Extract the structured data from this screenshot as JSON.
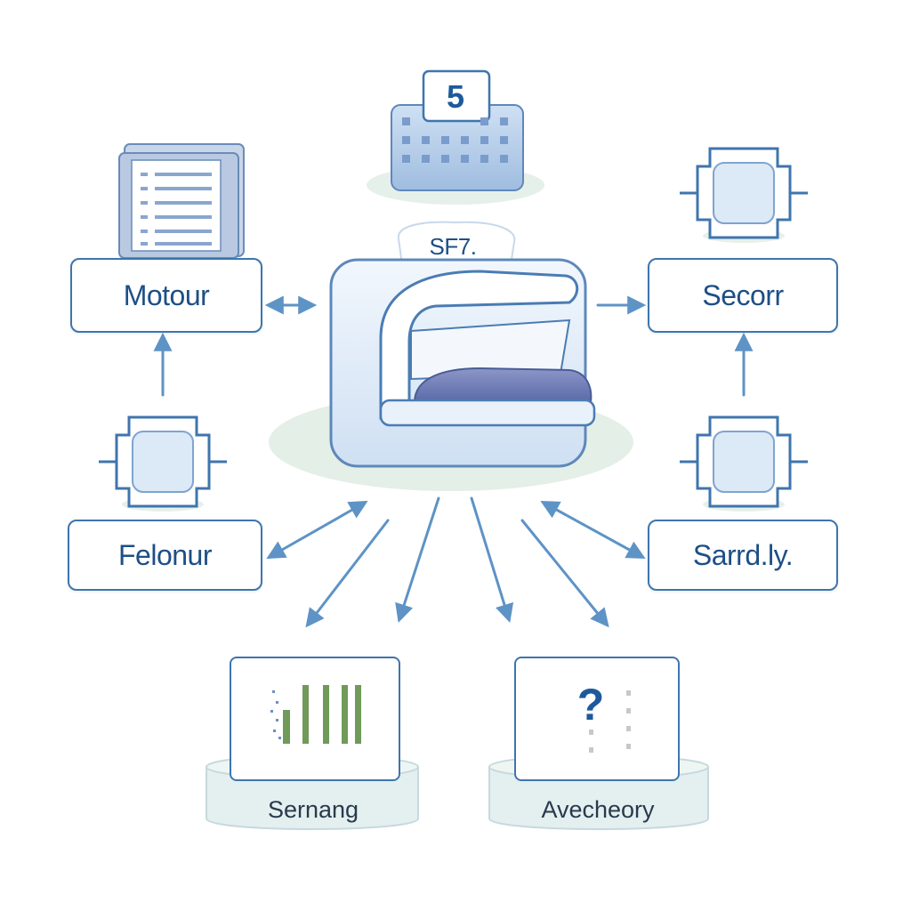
{
  "calendar": {
    "number": "5"
  },
  "center": {
    "tag": "SF7."
  },
  "nodes": {
    "top_left": "Motour",
    "top_right": "Secorr",
    "mid_left": "Felonur",
    "mid_right": "Sarrd.ly."
  },
  "cards": {
    "left": {
      "caption": "Sernang"
    },
    "right": {
      "caption": "Avecheory",
      "glyph": "?"
    }
  },
  "colors": {
    "stroke": "#3f75ad",
    "text": "#1d4f86",
    "fill_light": "#dde9f7",
    "accent_purple": "#5a6aa8",
    "bar_green": "#6f9a5a"
  }
}
